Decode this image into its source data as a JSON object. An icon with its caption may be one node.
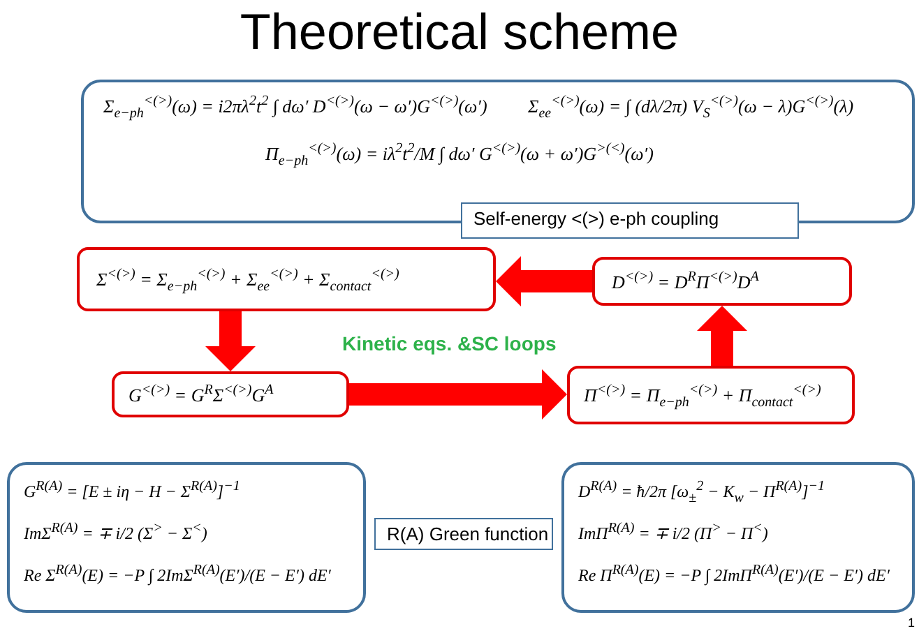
{
  "diagram": {
    "title": "Theoretical scheme",
    "nodes": [
      {
        "text": [
          "Σ$_{e−ph}$$^{<(>)}$(ω) = i2πλ$^{2}$t$^{2}$ ∫ dω′ D$^{<(>)}$(ω − ω′)G$^{<(>)}$(ω′)",
          "Σ$_{ee}$$^{<(>)}$(ω) = ∫ (dλ/2π) V$_{S}$$^{<(>)}$(ω − λ)G$^{<(>)}$(λ)",
          "Π$_{e−ph}$$^{<(>)}$(ω) = iλ$^{2}$t$^{2}$/M ∫ dω′ G$^{<(>)}$(ω + ω′)G$^{>(<)}$(ω′)"
        ]
      },
      {
        "text": [
          "Self-energy <(>) e-ph coupling"
        ]
      },
      {
        "text": [
          "Σ$^{<(>)}$ = Σ$_{e−ph}$$^{<(>)}$ + Σ$_{ee}$$^{<(>)}$ + Σ$_{contact}$$^{<(>)}$"
        ]
      },
      {
        "text": [
          "D$^{<(>)}$ = D$^{R}$Π$^{<(>)}$D$^{A}$"
        ]
      },
      {
        "text": [
          "G$^{<(>)}$ = G$^{R}$Σ$^{<(>)}$G$^{A}$"
        ]
      },
      {
        "text": [
          "Π$^{<(>)}$ = Π$_{e−ph}$$^{<(>)}$ + Π$_{contact}$$^{<(>)}$"
        ]
      },
      {
        "text": [
          "G$^{R(A)}$ = [E ± iη − H − Σ$^{R(A)}$]$^{−1}$",
          "ImΣ$^{R(A)}$ = ∓ i/2 (Σ$^{>}$ − Σ$^{<}$)",
          "Re Σ$^{R(A)}$(E) = −P ∫ 2ImΣ$^{R(A)}$(E′)/(E − E′) dE′"
        ]
      },
      {
        "text": [
          "R(A) Green function"
        ]
      },
      {
        "text": [
          "D$^{R(A)}$ = ħ/2π [ω$_{±}$$^{2}$ − K$_{w}$ − Π$^{R(A)}$]$^{−1}$",
          "ImΠ$^{R(A)}$ = ∓ i/2 (Π$^{>}$ − Π$^{<}$)",
          "Re Π$^{R(A)}$(E) = −P ∫ 2ImΠ$^{R(A)}$(E′)/(E − E′) dE′"
        ]
      }
    ],
    "edges": [
      {
        "from": 3,
        "to": 2,
        "arrow": "to"
      },
      {
        "from": 2,
        "to": 4,
        "arrow": "to"
      },
      {
        "from": 4,
        "to": 5,
        "arrow": "to"
      },
      {
        "from": 5,
        "to": 3,
        "arrow": "to"
      }
    ],
    "labels": [
      "Kinetic eqs. &SC loops",
      "1"
    ]
  }
}
